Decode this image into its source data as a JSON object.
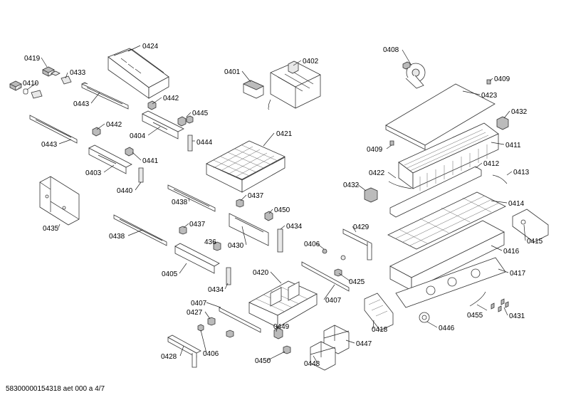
{
  "labels": {
    "l0419": "0419",
    "l0410": "0410",
    "l0433": "0433",
    "l0424": "0424",
    "l0443a": "0443",
    "l0442a": "0442",
    "l0445": "0445",
    "l0442b": "0442",
    "l0404": "0404",
    "l0444": "0444",
    "l0443b": "0443",
    "l0441": "0441",
    "l0403": "0403",
    "l0440": "0440",
    "l0435": "0435",
    "l0401": "0401",
    "l0402": "0402",
    "l0421": "0421",
    "l0437a": "0437",
    "l0438a": "0438",
    "l0450a": "0450",
    "l0437b": "0437",
    "l0434a": "0434",
    "l0438b": "0438",
    "l436": "436",
    "l0430": "0430",
    "l0405": "0405",
    "l0434b": "0434",
    "l0420": "0420",
    "l0407a": "0407",
    "l0427": "0427",
    "l0406a": "0406",
    "l0428": "0428",
    "l0449": "0449",
    "l0450b": "0450",
    "l0429": "0429",
    "l0406b": "0406",
    "l0425": "0425",
    "l0407b": "0407",
    "l0447": "0447",
    "l0448": "0448",
    "l0408": "0408",
    "l0409a": "0409",
    "l0423": "0423",
    "l0432a": "0432",
    "l0409b": "0409",
    "l0411": "0411",
    "l0422": "0422",
    "l0412": "0412",
    "l0413": "0413",
    "l0432b": "0432",
    "l0414": "0414",
    "l0415": "0415",
    "l0416": "0416",
    "l0417": "0417",
    "l0418": "0418",
    "l0446": "0446",
    "l0455": "0455",
    "l0431": "0431"
  },
  "footer": "58300000154318 aet 000 a 4/7"
}
